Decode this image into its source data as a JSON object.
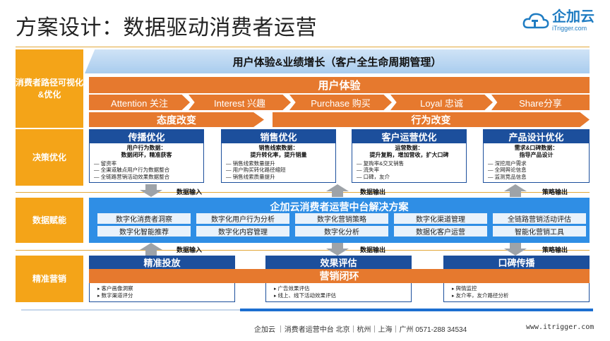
{
  "title": "方案设计：数据驱动消费者运营",
  "logo": {
    "name": "企加云",
    "sub": "iTrigger.com"
  },
  "rows": {
    "r1": "消费者路径可视化&优化",
    "r2": "决策优化",
    "r3": "数据赋能",
    "r4": "精准营销"
  },
  "banner": "用户体验&业绩增长（客户全生命周期管理）",
  "ux_bar": "用户体验",
  "stages": [
    "Attention 关注",
    "Interest 兴趣",
    "Purchase 购买",
    "Loyal 忠诚",
    "Share分享"
  ],
  "shifts": {
    "attitude": "态度改变",
    "behavior": "行为改变"
  },
  "cards": [
    {
      "title": "传播优化",
      "sub": "用户行为数据：\n数据闭环，精准获客",
      "items": [
        "留资率",
        "全渠道触点用户行为数据整合",
        "全链路营销活动效果数据整合"
      ]
    },
    {
      "title": "销售优化",
      "sub": "销售线索数据：\n提升转化率，提升销量",
      "items": [
        "销售线索数量提升",
        "用户购买转化路径缩短",
        "销售线索质量提升"
      ]
    },
    {
      "title": "客户运营优化",
      "sub": "运营数据：\n提升复购，增加营收，扩大口碑",
      "items": [
        "复购率&交叉销售",
        "流失率",
        "口碑，友介"
      ]
    },
    {
      "title": "产品设计优化",
      "sub": "需求&口碑数据：\n指导产品设计",
      "items": [
        "深挖用户需求",
        "全网舆论信息",
        "监测竞品信息"
      ]
    }
  ],
  "flows_top": {
    "input": "数据输入",
    "output": "数据输出",
    "strategy": "策略输出"
  },
  "flows_bottom": {
    "input": "数据输入",
    "output": "数据输出",
    "strategy": "策略输出"
  },
  "platform": {
    "title": "企加云消费者运营中台解决方案",
    "tiles_row1": [
      "数字化消费者洞察",
      "数字化用户行为分析",
      "数字化营销策略",
      "数字化渠道管理",
      "全链路营销活动评估"
    ],
    "tiles_row2": [
      "数字化智能推荐",
      "数字化内容管理",
      "数字化分析",
      "数据化客户运营",
      "智能化营销工具"
    ]
  },
  "bottom": {
    "heads": [
      "精准投放",
      "效果评估",
      "口碑传播"
    ],
    "loop": "营销闭环",
    "lists": [
      [
        "客户画像洞察",
        "数字渠道评分"
      ],
      [
        "广告效果评估",
        "线上、线下活动效果评估"
      ],
      [
        "舆情监控",
        "友介率，友介路径分析"
      ]
    ]
  },
  "footer": {
    "text": "企加云 ｜消费者运营中台 北京｜杭州｜上海｜广州    0571-288 34534",
    "url": "www.itrigger.com"
  },
  "colors": {
    "orange": "#e6792e",
    "yellow": "#f4a418",
    "navy": "#1c4f9c",
    "blue": "#2f8ee5",
    "logo": "#1f7cc2"
  }
}
